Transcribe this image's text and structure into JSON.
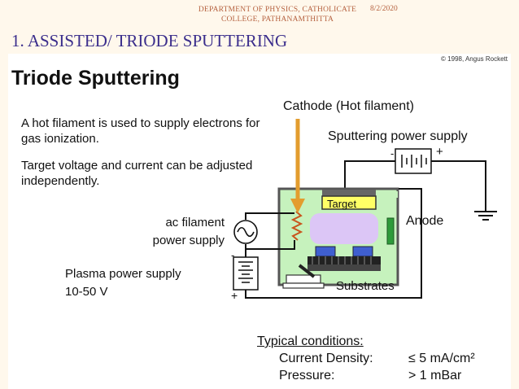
{
  "header": {
    "department": "DEPARTMENT OF PHYSICS, CATHOLICATE COLLEGE, PATHANAMTHITTA",
    "date": "8/2/2020"
  },
  "page_title": "1. ASSISTED/ TRIODE SPUTTERING",
  "figure": {
    "copyright": "© 1998, Angus Rockett",
    "title": "Triode Sputtering",
    "paragraph1": "A hot filament is used to supply electrons for gas ionization.",
    "paragraph2": "Target voltage and current can be adjusted independently.",
    "labels": {
      "cathode": "Cathode (Hot filament)",
      "sputtering_supply": "Sputtering power supply",
      "minus": "-",
      "plus": "+",
      "target": "Target",
      "anode": "Anode",
      "ac_filament": "ac filament",
      "power_supply": "power supply",
      "plasma_supply": "Plasma power supply",
      "plasma_voltage": "10-50 V",
      "substrates": "Substrates"
    },
    "conditions": {
      "heading": "Typical conditions:",
      "current_label": "Current Density:",
      "current_value": "≤ 5 mA/cm²",
      "pressure_label": "Pressure:",
      "pressure_value": "> 1 mBar"
    },
    "colors": {
      "chamber_fill": "#c6f2bd",
      "plasma": "#dcc6f6",
      "target": "#ffff66",
      "filament_arrow": "#e39d2e",
      "substrate_blue": "#3f5fd0",
      "anode": "#2e9b3a"
    }
  }
}
